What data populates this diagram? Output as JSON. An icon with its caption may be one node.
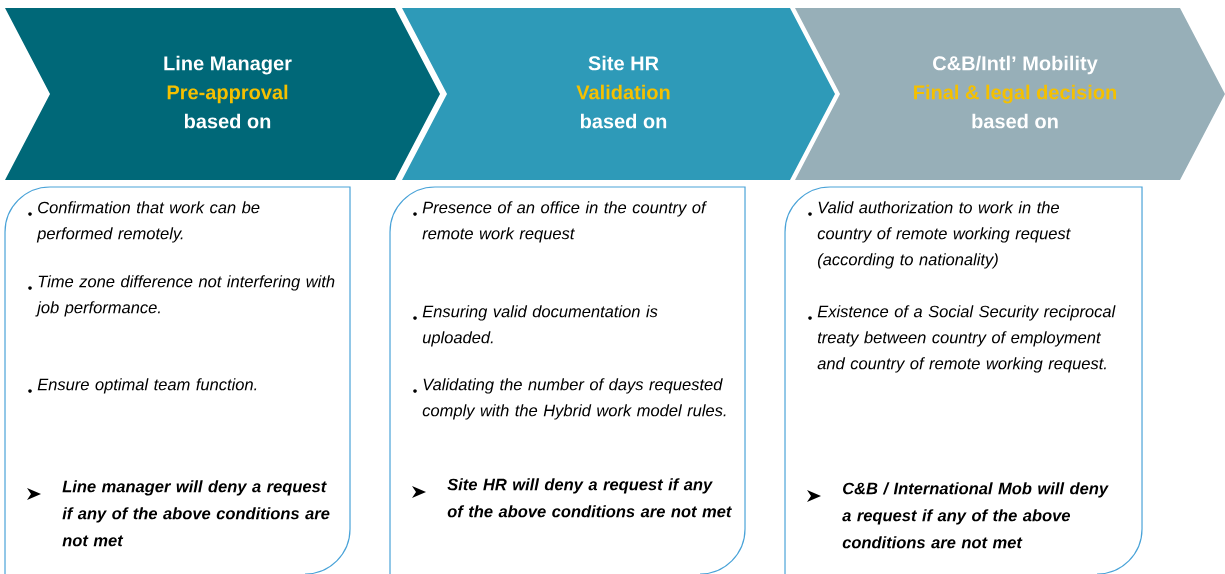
{
  "diagram": {
    "nodes": [
      {
        "text": [
          "Line Manager",
          "Pre-approval",
          "based on"
        ]
      },
      {
        "text": [
          "Site HR",
          "Validation",
          "based on"
        ]
      },
      {
        "text": [
          "C&B/Intl’ Mobility",
          "Final & legal decision",
          "based on"
        ]
      },
      {
        "text": [
          "Confirmation that work can be performed remotely.",
          "Time zone difference not interfering with job performance.",
          "Ensure optimal team function.",
          "Line manager will deny a request if any of the above conditions are not met"
        ]
      },
      {
        "text": [
          "Presence of an office in the country of remote work request",
          "Ensuring valid documentation is uploaded.",
          "Validating the number of days requested comply with the Hybrid work model rules.",
          "Site HR will deny a request if any of the above conditions are not met"
        ]
      },
      {
        "text": [
          "Valid authorization to work in the country of remote working request (according to nationality)",
          "Existence of a Social Security reciprocal treaty between country of employment and country of remote working request.",
          "C&B / International Mob will deny a request if any of the above conditions are not met"
        ]
      }
    ]
  }
}
